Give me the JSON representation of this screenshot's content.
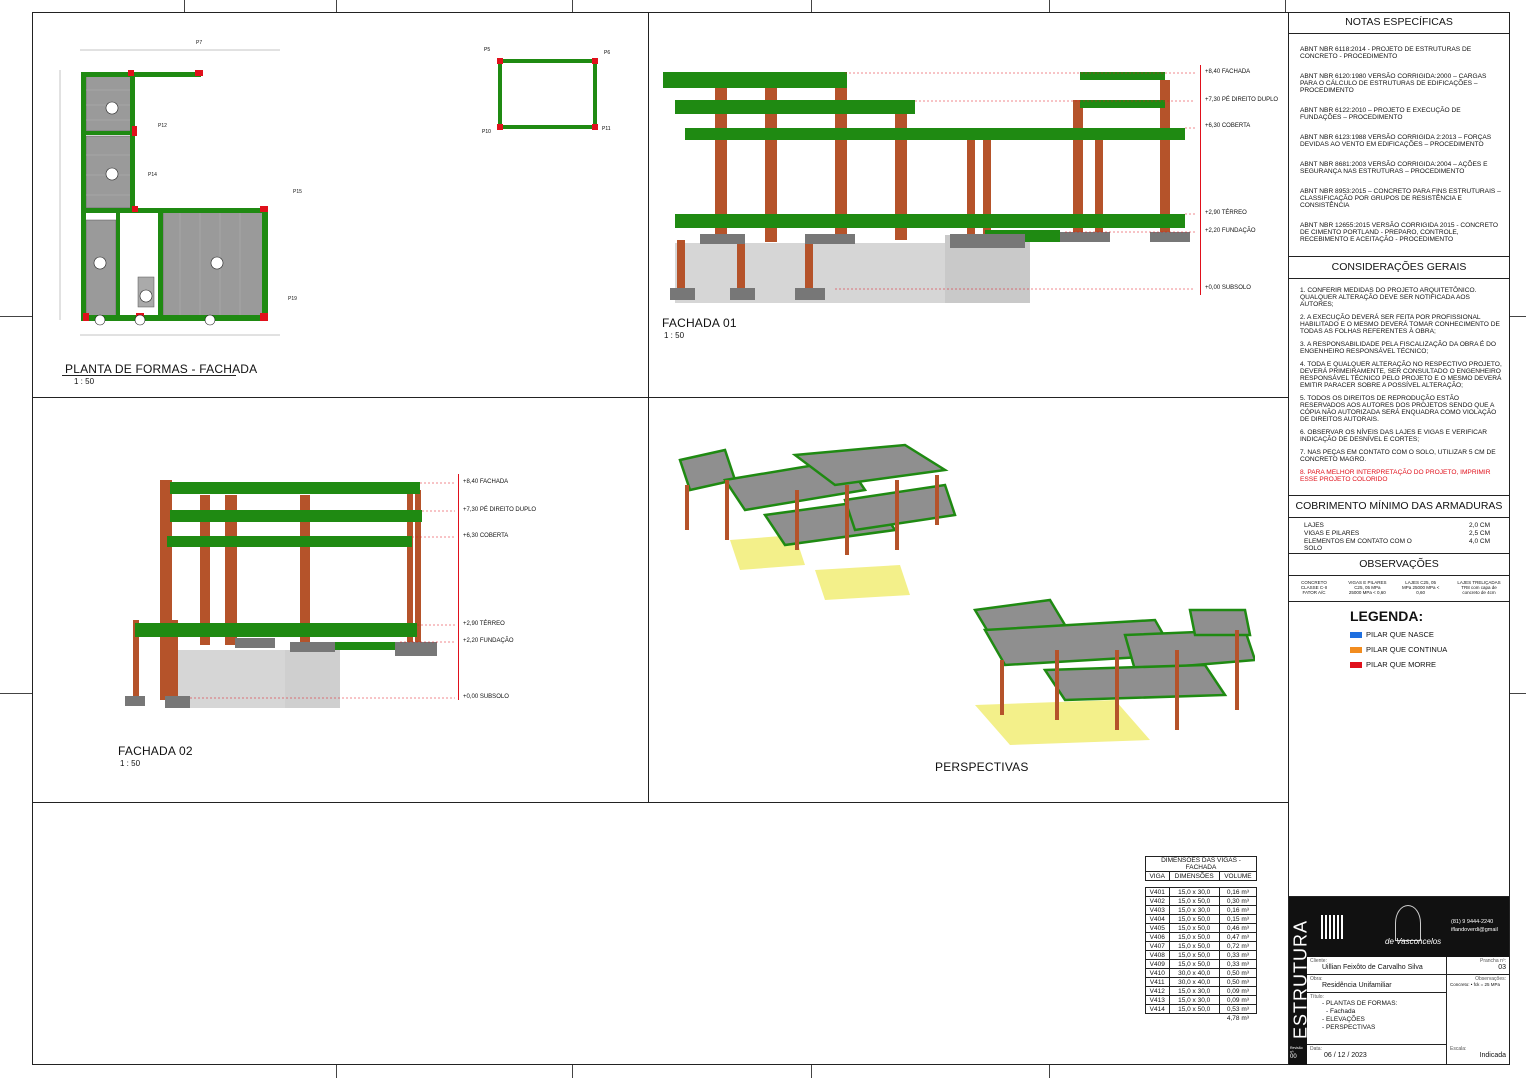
{
  "views": {
    "planta": {
      "title": "PLANTA DE FORMAS - FACHADA",
      "scale": "1 : 50"
    },
    "fachada01": {
      "title": "FACHADA 01",
      "scale": "1 : 50"
    },
    "fachada02": {
      "title": "FACHADA 02",
      "scale": "1 : 50"
    },
    "perspectivas": {
      "title": "PERSPECTIVAS"
    }
  },
  "levels_f01": [
    {
      "label": "+8,40 FACHADA"
    },
    {
      "label": "+7,30 PÉ DIREITO DUPLO"
    },
    {
      "label": "+6,30 COBERTA"
    },
    {
      "label": "+2,90 TÉRREO"
    },
    {
      "label": "+2,20 FUNDAÇÃO"
    },
    {
      "label": "+0,00 SUBSOLO"
    }
  ],
  "levels_f02": [
    {
      "label": "+8,40 FACHADA"
    },
    {
      "label": "+7,30 PÉ DIREITO DUPLO"
    },
    {
      "label": "+6,30 COBERTA"
    },
    {
      "label": "+2,90 TÉRREO"
    },
    {
      "label": "+2,20 FUNDAÇÃO"
    },
    {
      "label": "+0,00 SUBSOLO"
    }
  ],
  "notas": {
    "heading": "NOTAS ESPECÍFICAS",
    "items": [
      "ABNT NBR 6118:2014 - PROJETO DE ESTRUTURAS DE CONCRETO - PROCEDIMENTO",
      "ABNT NBR 6120:1980 VERSÃO CORRIGIDA:2000 – CARGAS PARA O CÁLCULO DE ESTRUTURAS DE EDIFICAÇÕES – PROCEDIMENTO",
      "ABNT NBR 6122:2010 – PROJETO E EXECUÇÃO DE FUNDAÇÕES – PROCEDIMENTO",
      "ABNT NBR 6123:1988 VERSÃO CORRIGIDA 2:2013 – FORÇAS DEVIDAS AO VENTO EM EDIFICAÇÕES – PROCEDIMENTO",
      "ABNT NBR 8681:2003 VERSÃO CORRIGIDA:2004 – AÇÕES E SEGURANÇA NAS ESTRUTURAS – PROCEDIMENTO",
      "ABNT NBR 8953:2015 – CONCRETO PARA FINS ESTRUTURAIS – CLASSIFICAÇÃO POR GRUPOS DE RESISTÊNCIA E CONSISTÊNCIA",
      "ABNT NBR 12655:2015 VERSÃO CORRIGIDA 2015 - CONCRETO DE CIMENTO PORTLAND - PREPARO, CONTROLE, RECEBIMENTO E ACEITAÇÃO - PROCEDIMENTO"
    ]
  },
  "consideracoes": {
    "heading": "CONSIDERAÇÕES GERAIS",
    "items": [
      "1. CONFERIR MEDIDAS DO PROJETO ARQUITETÔNICO. QUALQUER ALTERAÇÃO DEVE SER NOTIFICADA AOS AUTORES;",
      "2. A EXECUÇÃO DEVERÁ SER FEITA POR PROFISSIONAL HABILITADO E O MESMO DEVERÁ TOMAR CONHECIMENTO DE TODAS AS FOLHAS REFERENTES À OBRA;",
      "3. A RESPONSABILIDADE PELA FISCALIZAÇÃO DA OBRA É DO ENGENHEIRO RESPONSÁVEL TÉCNICO;",
      "4. TODA E QUALQUER ALTERAÇÃO NO RESPECTIVO PROJETO, DEVERÁ PRIMEIRAMENTE, SER CONSULTADO O ENGENHEIRO RESPONSÁVEL TÉCNICO PELO PROJETO E O MESMO DEVERÁ EMITIR PARACER SOBRE A POSSÍVEL ALTERAÇÃO;",
      "5. TODOS OS DIREITOS DE REPRODUÇÃO ESTÃO RESERVADOS AOS AUTORES DOS PROJETOS SENDO QUE A CÓPIA NÃO AUTORIZADA SERÁ ENQUADRA COMO VIOLAÇÃO DE DIREITOS AUTORAIS.",
      "6. OBSERVAR OS NÍVEIS DAS LAJES E VIGAS E VERIFICAR INDICAÇÃO DE DESNÍVEL E CORTES;",
      "7. NAS PEÇAS EM CONTATO COM O SOLO, UTILIZAR 5 cm DE CONCRETO MAGRO."
    ],
    "highlight": "8. PARA MELHOR INTERPRETAÇÃO DO PROJETO, IMPRIMIR ESSE PROJETO COLORIDO"
  },
  "cobrimento": {
    "heading": "COBRIMENTO MÍNIMO DAS ARMADURAS",
    "rows": [
      {
        "item": "LAJES",
        "value": "2,0 cm"
      },
      {
        "item": "VIGAS E PILARES",
        "value": "2,5 cm"
      },
      {
        "item": "ELEMENTOS EM CONTATO COM O SOLO",
        "value": "4,0 cm"
      }
    ]
  },
  "observacoes": {
    "heading": "OBSERVAÇÕES",
    "cols": [
      "CONCRETO CLASSE C-II FATOR A/C",
      "VIGAS E PILARES C25, 05 MPa 25000 MPa < 0,60",
      "LAJES C25, 05 MPa 25000 MPa < 0,60",
      "LAJES TRELIÇADAS TR8 com capa de concreto de 4cm"
    ]
  },
  "legenda": {
    "heading": "LEGENDA:",
    "items": [
      {
        "label": "PILAR QUE NASCE",
        "color": "#1e6fe0"
      },
      {
        "label": "PILAR QUE CONTINUA",
        "color": "#f28c1f"
      },
      {
        "label": "PILAR QUE MORRE",
        "color": "#e0101b"
      }
    ]
  },
  "vigas_table": {
    "title": "DIMENSÕES DAS VIGAS - FACHADA",
    "headers": [
      "VIGA",
      "DIMENSÕES",
      "VOLUME"
    ],
    "rows": [
      [
        "V401",
        "15,0 x 30,0",
        "0,16 m³"
      ],
      [
        "V402",
        "15,0 x 50,0",
        "0,30 m³"
      ],
      [
        "V403",
        "15,0 x 30,0",
        "0,16 m³"
      ],
      [
        "V404",
        "15,0 x 50,0",
        "0,15 m³"
      ],
      [
        "V405",
        "15,0 x 50,0",
        "0,46 m³"
      ],
      [
        "V406",
        "15,0 x 50,0",
        "0,47 m³"
      ],
      [
        "V407",
        "15,0 x 50,0",
        "0,72 m³"
      ],
      [
        "V408",
        "15,0 x 50,0",
        "0,33 m³"
      ],
      [
        "V409",
        "15,0 x 50,0",
        "0,33 m³"
      ],
      [
        "V410",
        "30,0 x 40,0",
        "0,50 m³"
      ],
      [
        "V411",
        "30,0 x 40,0",
        "0,50 m³"
      ],
      [
        "V412",
        "15,0 x 30,0",
        "0,09 m³"
      ],
      [
        "V413",
        "15,0 x 30,0",
        "0,09 m³"
      ],
      [
        "V414",
        "15,0 x 50,0",
        "0,53 m³"
      ]
    ],
    "total": "4,78 m³"
  },
  "title_block": {
    "discipline": "ESTRUTURA",
    "brand": "de Vasconcelos",
    "contact_phone": "(81) 9 9444-2240",
    "contact_mail": "iflandoverdi@gmail",
    "cliente_label": "Cliente:",
    "cliente": "Uillian Feixôto de Carvalho Silva",
    "prancha_label": "Prancha nº:",
    "prancha": "03",
    "obra_label": "Obra:",
    "obra": "Residência Unifamiliar",
    "obs_label": "Observações:",
    "obs_text": "Concreto: • fck = 25 MPa",
    "titulo_label": "Título:",
    "titulo_lines": [
      "- PLANTAS DE FORMAS:",
      "- Fachada",
      "- ELEVAÇÕES",
      "- PERSPECTIVAS"
    ],
    "revisao_label": "Revisão nº:",
    "revisao": "00",
    "data_label": "Data:",
    "data": "06 / 12 / 2023",
    "escala_label": "Escala:",
    "escala": "Indicada"
  }
}
